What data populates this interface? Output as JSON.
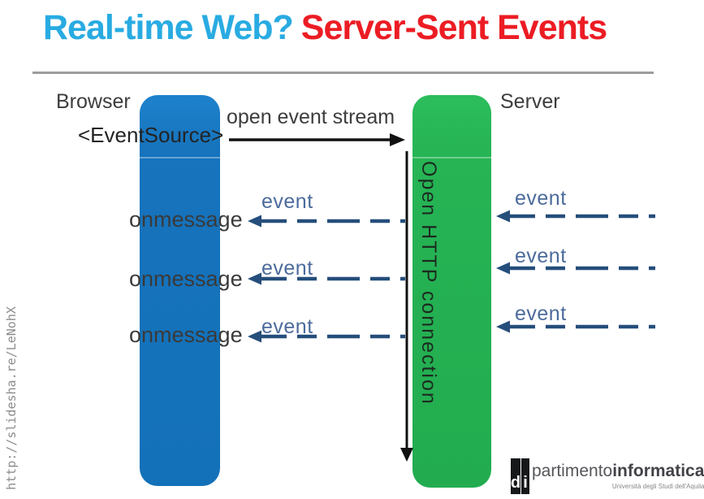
{
  "title": {
    "part1": "Real-time Web?",
    "part2": "Server-Sent Events"
  },
  "source_url": "http://slidesha.re/LeNohX",
  "diagram": {
    "browser_label": "Browser",
    "eventsource_label": "<EventSource>",
    "open_event_stream_label": "open event stream",
    "server_label": "Server",
    "open_http_connection_label": "Open HTTP connection",
    "left_rows": [
      {
        "handler": "onmessage",
        "event": "event"
      },
      {
        "handler": "onmessage",
        "event": "event"
      },
      {
        "handler": "onmessage",
        "event": "event"
      }
    ],
    "right_rows": [
      {
        "event": "event"
      },
      {
        "event": "event"
      },
      {
        "event": "event"
      }
    ]
  },
  "logo": {
    "box_letters": [
      "d",
      "i"
    ],
    "name_regular": "partimento",
    "name_bold": "informatica",
    "subtitle": "Università degli Studi dell'Aquila"
  },
  "colors": {
    "title_blue": "#29ABE2",
    "title_red": "#EC1C24",
    "browser_bar": "#1673BC",
    "server_bar": "#26B455",
    "arrow_navy": "#254E7B",
    "event_label_blue": "#4C6B9B"
  }
}
